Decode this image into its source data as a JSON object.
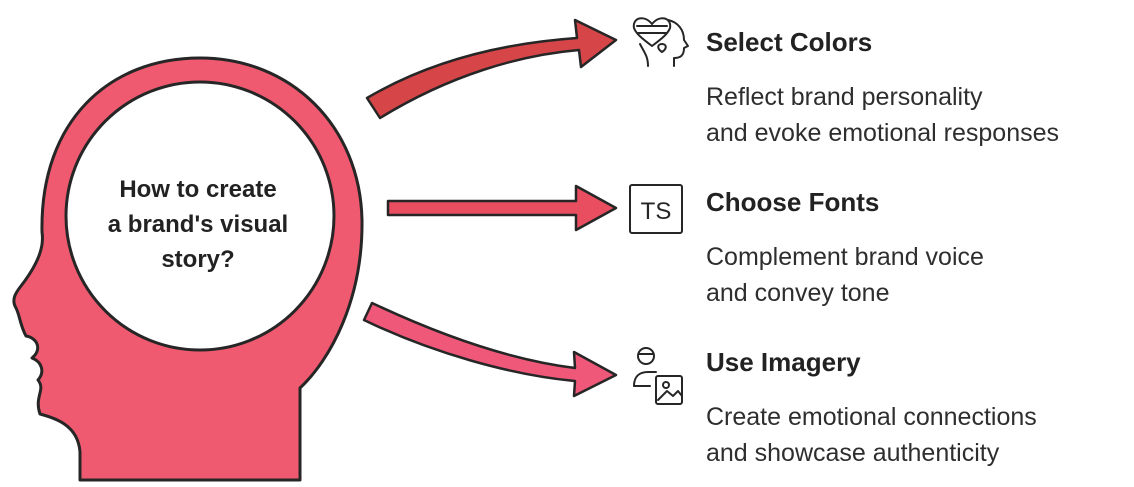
{
  "center": {
    "lines": [
      "How to create",
      "a brand's visual",
      "story?"
    ]
  },
  "items": [
    {
      "icon": "heart-head-icon",
      "title": "Select Colors",
      "desc": [
        "Reflect brand personality",
        "and evoke emotional responses"
      ],
      "color": "#d64547"
    },
    {
      "icon": "typography-icon",
      "title": "Choose Fonts",
      "desc": [
        "Complement brand voice",
        "and convey tone"
      ],
      "color": "#e84d60"
    },
    {
      "icon": "person-image-icon",
      "title": "Use Imagery",
      "desc": [
        "Create emotional connections",
        "and showcase authenticity"
      ],
      "color": "#f0587a"
    }
  ],
  "colors": {
    "head_fill": "#f05a70",
    "outline": "#262626",
    "circle_fill": "#ffffff"
  }
}
